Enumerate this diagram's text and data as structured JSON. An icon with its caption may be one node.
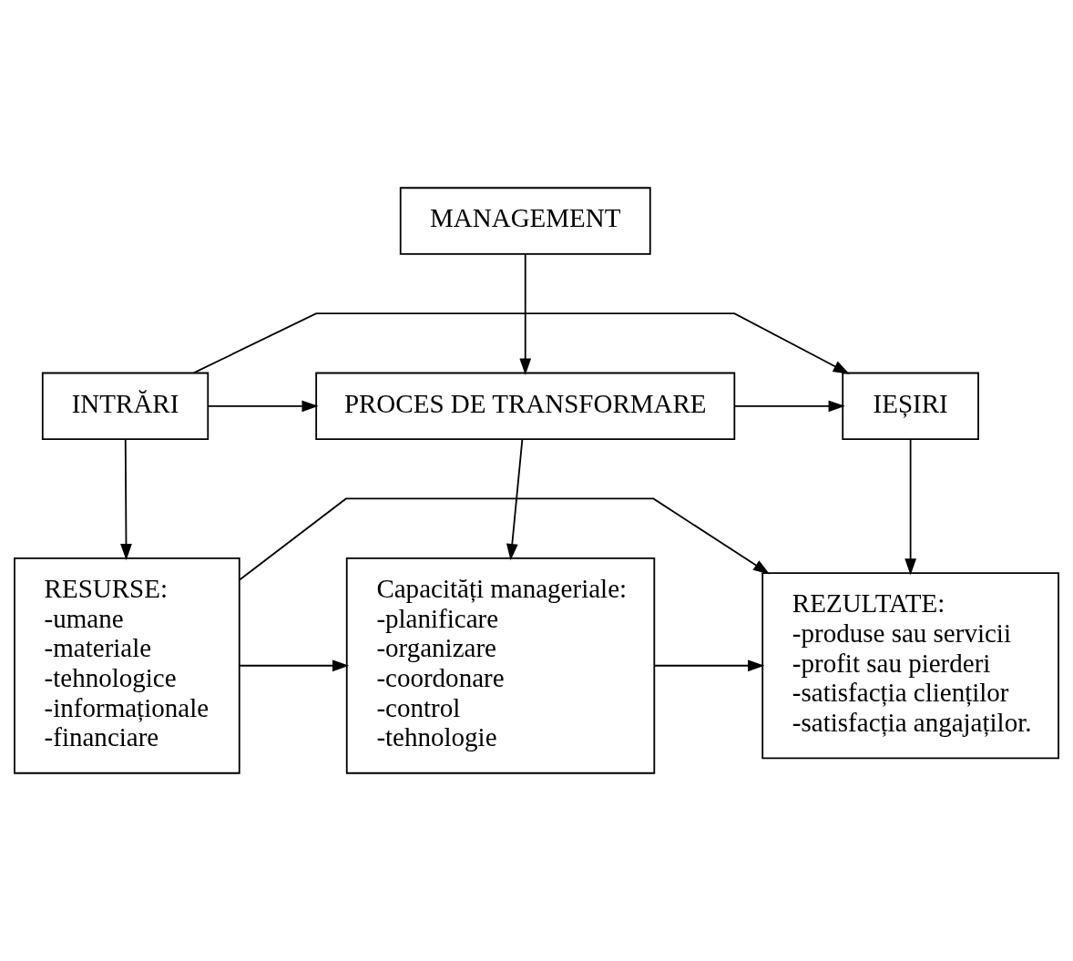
{
  "diagram": {
    "nodes": [
      {
        "text": [
          "MANAGEMENT"
        ]
      },
      {
        "text": [
          "INTRĂRI"
        ]
      },
      {
        "text": [
          "PROCES DE TRANSFORMARE"
        ]
      },
      {
        "text": [
          "IEȘIRI"
        ]
      },
      {
        "text": [
          "RESURSE:",
          "-umane",
          "-materiale",
          "-tehnologice",
          "-informaționale",
          "-financiare"
        ]
      },
      {
        "text": [
          "Capacități manageriale:",
          "-planificare",
          "-organizare",
          "-coordonare",
          "-control",
          "-tehnologie"
        ]
      },
      {
        "text": [
          "REZULTATE:",
          "-produse sau servicii",
          "-profit sau pierderi",
          "-satisfacția clienților",
          "-satisfacția angajaților."
        ]
      }
    ],
    "edges": [
      {
        "from": 0,
        "to": 2,
        "arrow": "to"
      },
      {
        "from": 1,
        "to": 2,
        "arrow": "to"
      },
      {
        "from": 2,
        "to": 3,
        "arrow": "to"
      },
      {
        "from": 1,
        "to": 3,
        "arrow": "to"
      },
      {
        "from": 1,
        "to": 4,
        "arrow": "to"
      },
      {
        "from": 2,
        "to": 5,
        "arrow": "to"
      },
      {
        "from": 3,
        "to": 6,
        "arrow": "to"
      },
      {
        "from": 4,
        "to": 5,
        "arrow": "to"
      },
      {
        "from": 5,
        "to": 6,
        "arrow": "to"
      },
      {
        "from": 4,
        "to": 6,
        "arrow": "to"
      }
    ]
  }
}
